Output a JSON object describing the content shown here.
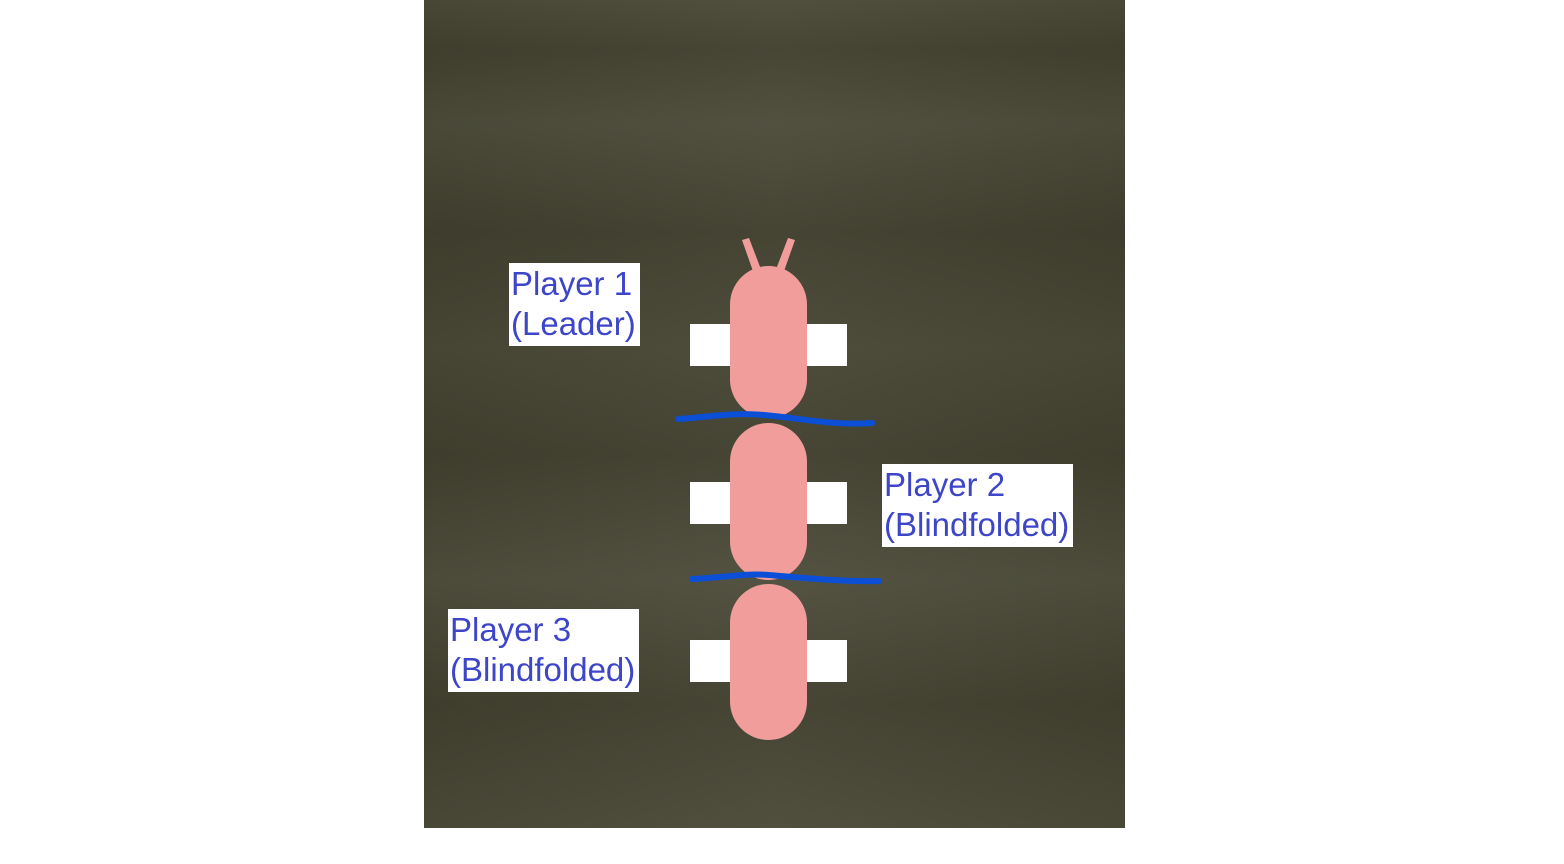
{
  "labels": {
    "player1": {
      "line1": "Player 1",
      "line2": "(Leader)"
    },
    "player2": {
      "line1": "Player 2",
      "line2": "(Blindfolded)"
    },
    "player3": {
      "line1": "Player 3",
      "line2": "(Blindfolded)"
    }
  },
  "colors": {
    "ground": "#454432",
    "player_body": "#f19d9b",
    "hands": "#ffffff",
    "rope": "#0b4fd6",
    "label_text": "#3d45c8",
    "label_bg": "#ffffff"
  }
}
